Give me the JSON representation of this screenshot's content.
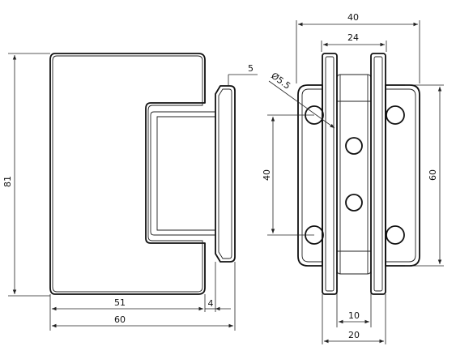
{
  "drawing": {
    "side_view": {
      "dimensions": {
        "height_total": "81",
        "plate_thickness": "5",
        "body_length": "51",
        "flange": "4",
        "length_total": "60"
      }
    },
    "front_view": {
      "dimensions": {
        "width_total": "40",
        "width_inner": "24",
        "hole_diameter": "Ø5.5",
        "hole_spacing": "40",
        "height_plate": "60",
        "gap": "10",
        "base_width": "20"
      }
    }
  }
}
